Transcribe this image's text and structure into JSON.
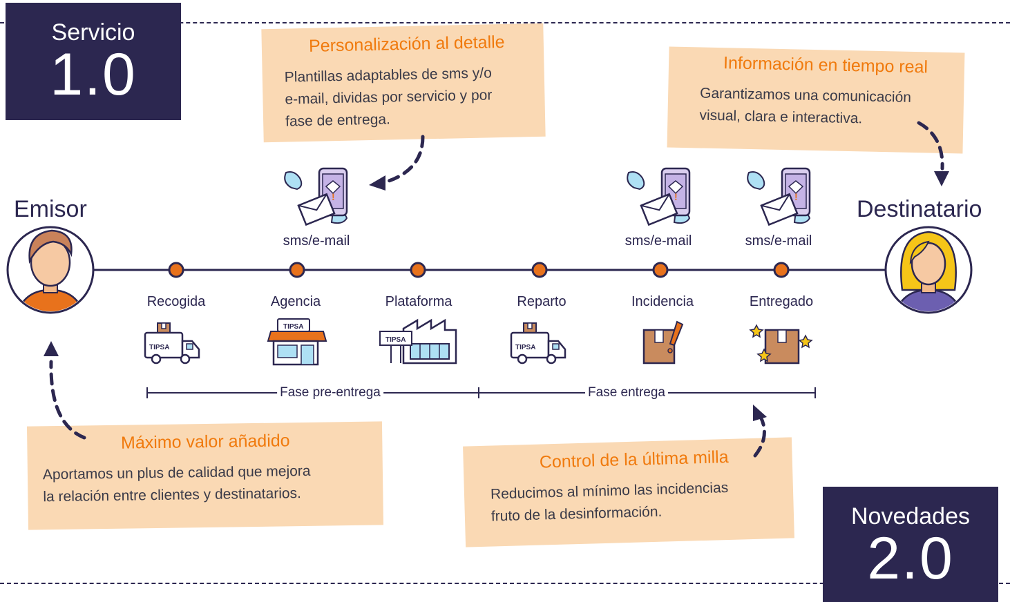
{
  "badges": {
    "servicio": {
      "title": "Servicio",
      "number": "1.0"
    },
    "novedades": {
      "title": "Novedades",
      "number": "2.0"
    }
  },
  "notes": {
    "personalizacion": {
      "title": "Personalización al detalle",
      "lines": [
        "Plantillas adaptables de sms y/o",
        "e-mail, dividas por servicio y por",
        "fase de entrega."
      ]
    },
    "informacion": {
      "title": "Información en tiempo real",
      "lines": [
        "Garantizamos una comunicación",
        "visual, clara e interactiva."
      ]
    },
    "maximo": {
      "title": "Máximo valor añadido",
      "lines": [
        "Aportamos un plus de calidad que mejora",
        "la relación entre clientes y destinatarios."
      ]
    },
    "control": {
      "title": "Control de la última milla",
      "lines": [
        "Reducimos al mínimo las incidencias",
        "fruto de la desinformación."
      ]
    }
  },
  "ends": {
    "sender": "Emisor",
    "receiver": "Destinatario"
  },
  "steps": [
    "Recogida",
    "Agencia",
    "Plataforma",
    "Reparto",
    "Incidencia",
    "Entregado"
  ],
  "notifications": [
    "sms/e-mail",
    "sms/e-mail",
    "sms/e-mail"
  ],
  "phases": [
    "Fase pre-entrega",
    "Fase entrega"
  ],
  "brand": "TIPSA",
  "icons": [
    "phone-mail-icon",
    "delivery-van-icon",
    "shop-icon",
    "warehouse-icon",
    "box-alert-icon",
    "box-stars-icon",
    "sender-avatar-icon",
    "receiver-avatar-icon"
  ],
  "colors": {
    "navy": "#2c2750",
    "orange": "#f07a0d",
    "note": "#fad9b4",
    "node": "#e8721c"
  }
}
